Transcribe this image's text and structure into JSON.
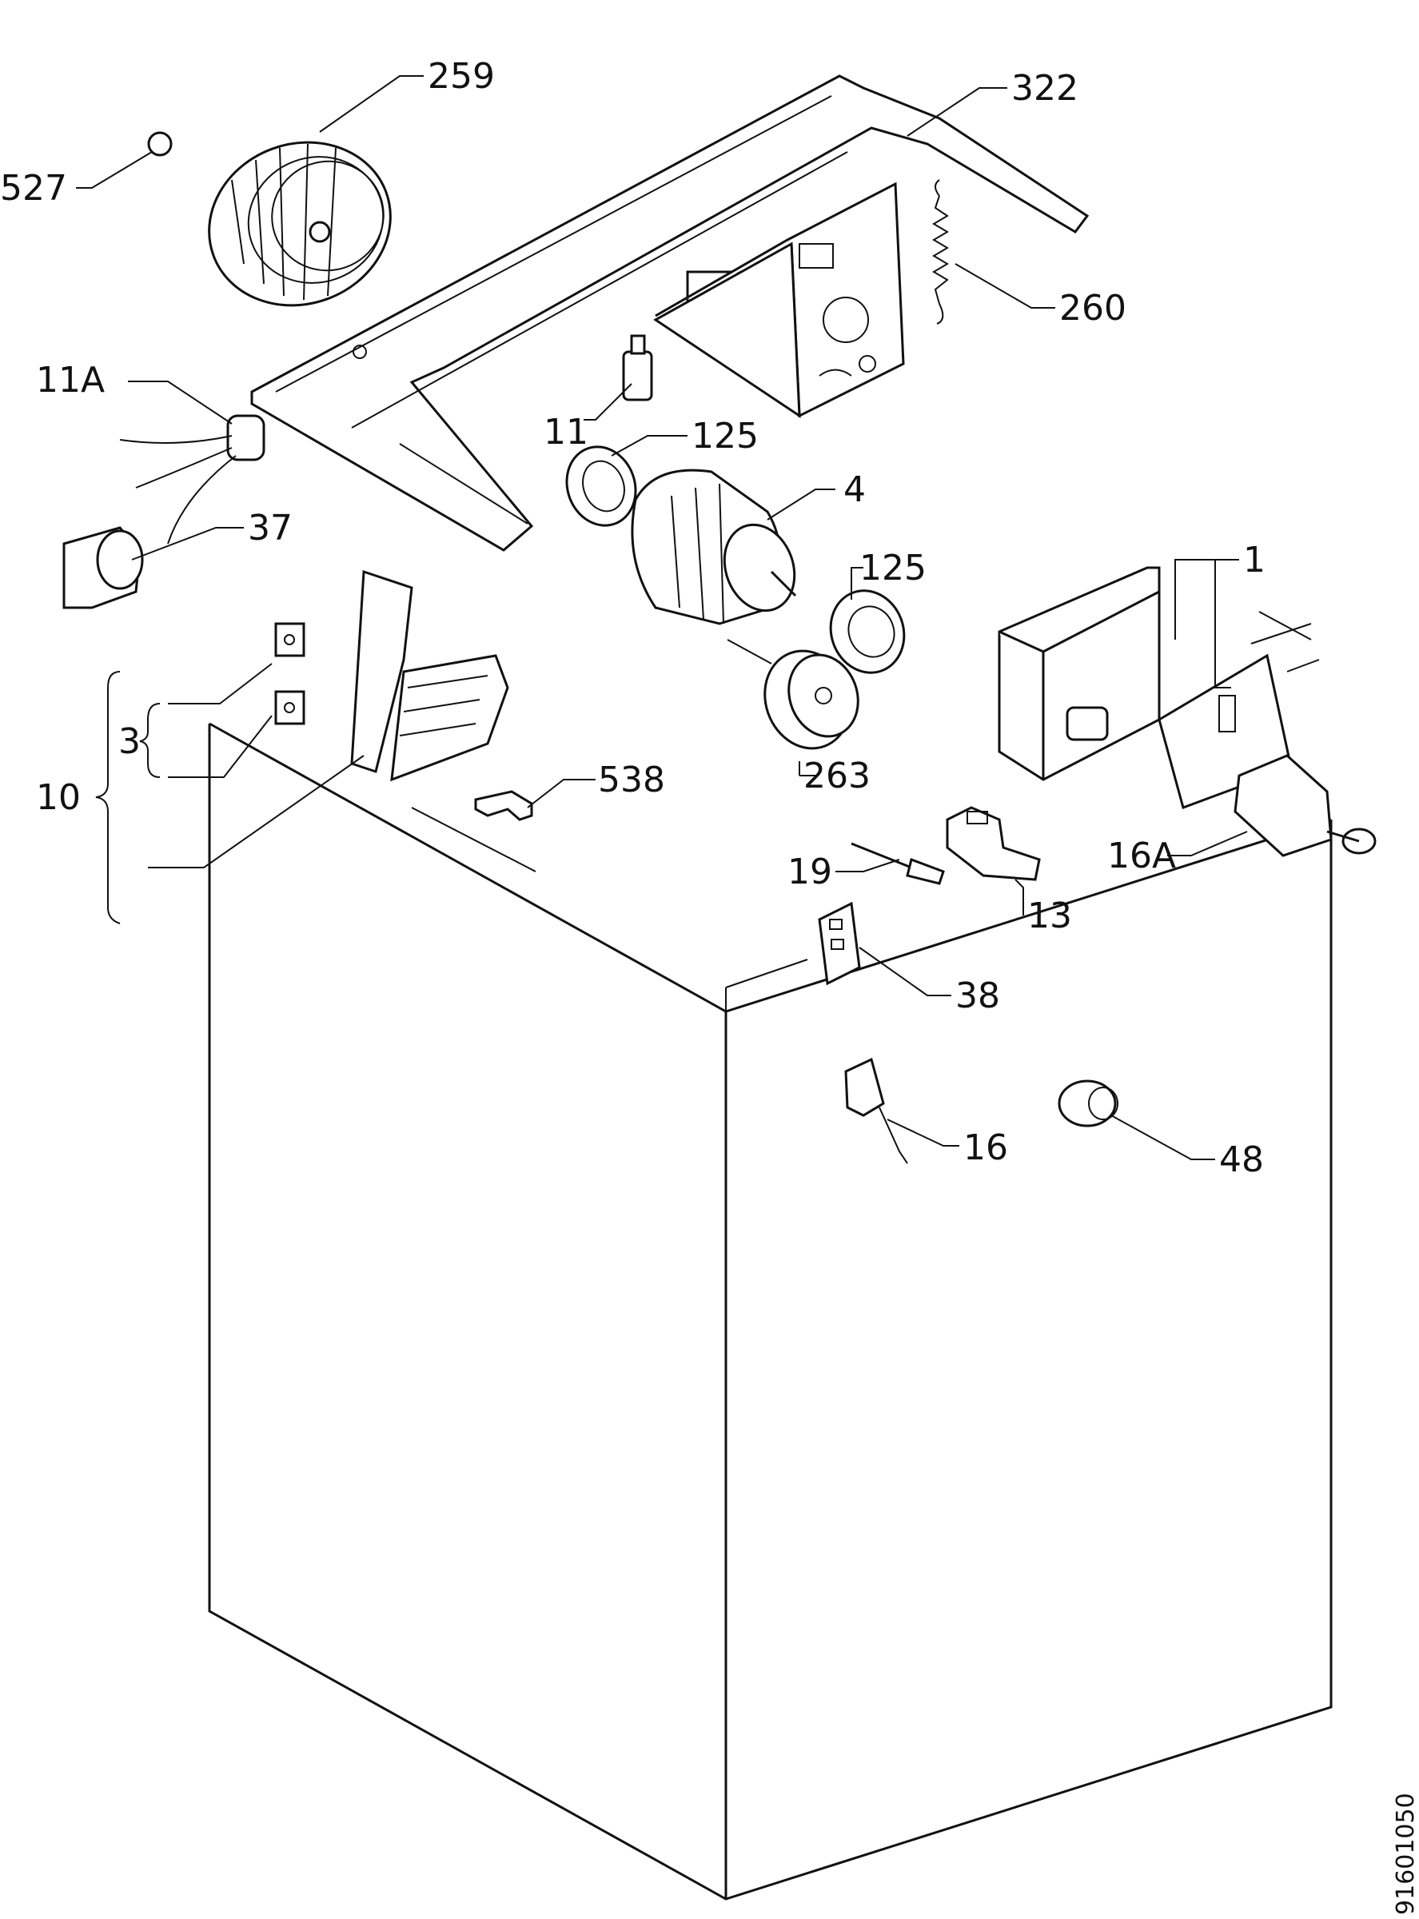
{
  "doc_number": "91601050",
  "labels": {
    "p259": "259",
    "p322": "322",
    "p527": "527",
    "p260": "260",
    "p11A": "11A",
    "p11": "11",
    "p125a": "125",
    "p4": "4",
    "p37": "37",
    "p125b": "125",
    "p1": "1",
    "p3": "3",
    "p10": "10",
    "p538": "538",
    "p263": "263",
    "p16A": "16A",
    "p19": "19",
    "p13": "13",
    "p38": "38",
    "p16": "16",
    "p48": "48"
  }
}
